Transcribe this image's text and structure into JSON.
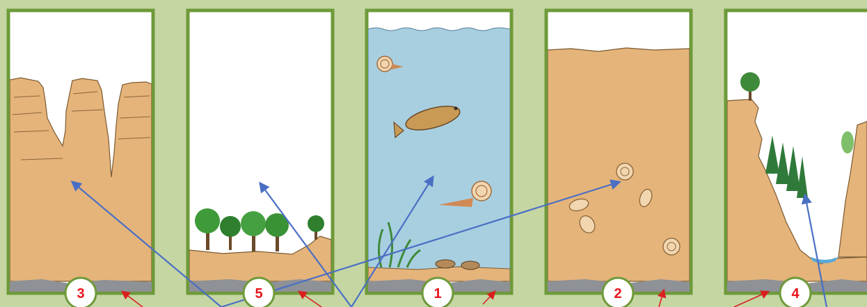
{
  "panels": [
    {
      "id": "canyon-erosion",
      "label": "3"
    },
    {
      "id": "forest-land",
      "label": "5"
    },
    {
      "id": "sea-life",
      "label": "1"
    },
    {
      "id": "sediment-fossils",
      "label": "2"
    },
    {
      "id": "canyon-forest",
      "label": "4"
    }
  ],
  "colors": {
    "background": "#c5d6a3",
    "frame": "#6e9a3a",
    "rock": "#e5b47a",
    "bedrock": "#8e9196",
    "water": "#a8cfe0",
    "blue_arrow": "#4a6fc4",
    "red_arrow": "#d9201f",
    "label": "#e8141a"
  }
}
